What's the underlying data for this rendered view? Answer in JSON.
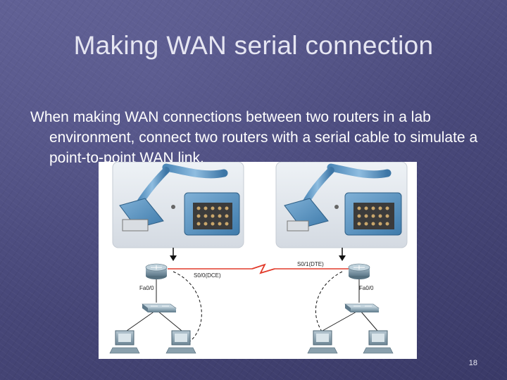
{
  "slide": {
    "title": "Making WAN serial connection",
    "body": "When making WAN connections between two routers in a lab environment, connect two routers with a serial cable to simulate a point-to-point WAN link.",
    "page_number": "18"
  },
  "diagram": {
    "left_link_label": "S0/0(DCE)",
    "right_link_label": "S0/1(DTE)",
    "left_lan_label": "Fa0/0",
    "right_lan_label": "Fa0/0"
  }
}
